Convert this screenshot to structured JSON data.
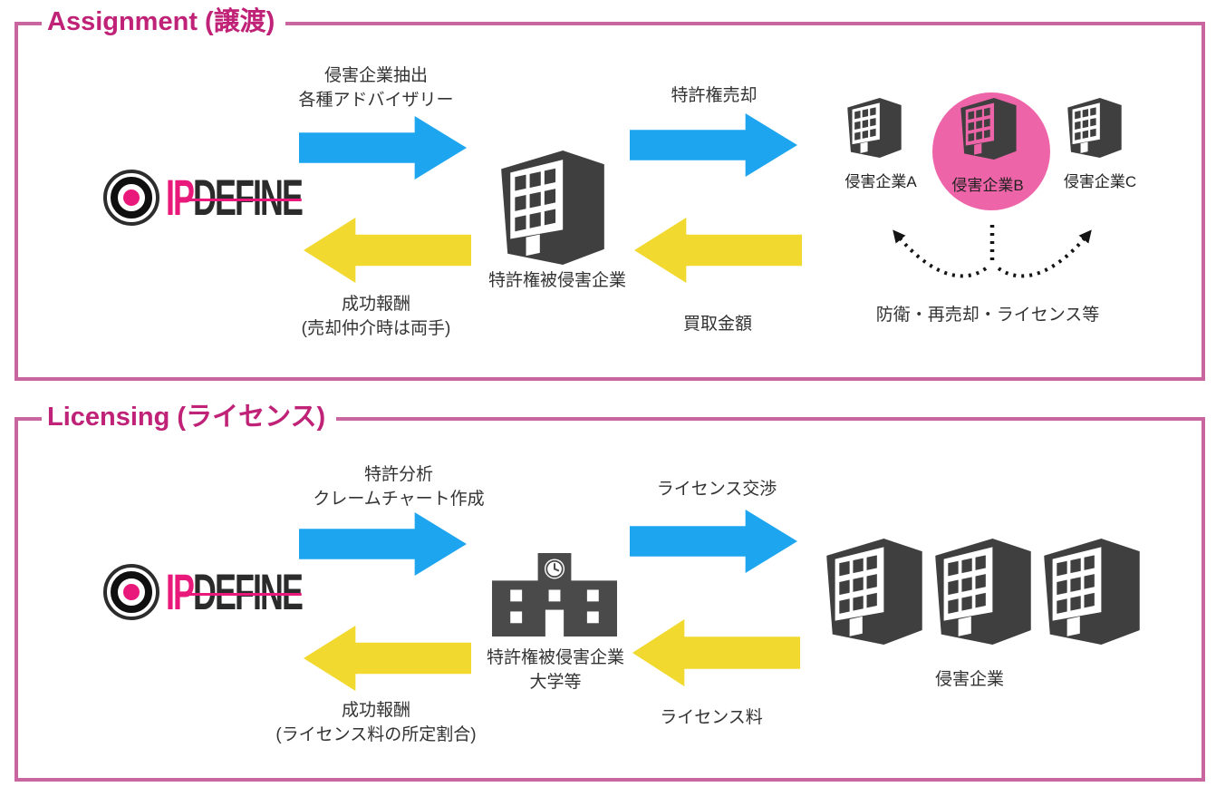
{
  "logo": {
    "ip": "IP",
    "define": "DEFINE"
  },
  "colors": {
    "title_pink": "#bf2277",
    "border_pink": "#c9669f",
    "highlight_pink": "#ee64a8",
    "logo_pink": "#e8197b",
    "arrow_blue": "#1ea5f0",
    "arrow_yellow": "#f2d92f",
    "building_gray": "#3f3f3f"
  },
  "assignment": {
    "title": "Assignment (譲渡)",
    "flow_top_line1": "侵害企業抽出",
    "flow_top_line2": "各種アドバイザリー",
    "flow_sell_label": "特許権売却",
    "center_entity_label": "特許権被侵害企業",
    "target_a_label": "侵害企業A",
    "target_b_label": "侵害企業B",
    "target_c_label": "侵害企業C",
    "fee_line1": "成功報酬",
    "fee_line2": "(売却仲介時は両手)",
    "purchase_label": "買取金額",
    "dotted_label": "防衛・再売却・ライセンス等"
  },
  "licensing": {
    "title": "Licensing (ライセンス)",
    "flow_top_line1": "特許分析",
    "flow_top_line2": "クレームチャート作成",
    "flow_negotiate_label": "ライセンス交渉",
    "center_entity_line1": "特許権被侵害企業",
    "center_entity_line2": "大学等",
    "targets_label": "侵害企業",
    "fee_line1": "成功報酬",
    "fee_line2": "(ライセンス料の所定割合)",
    "royalty_label": "ライセンス料"
  }
}
